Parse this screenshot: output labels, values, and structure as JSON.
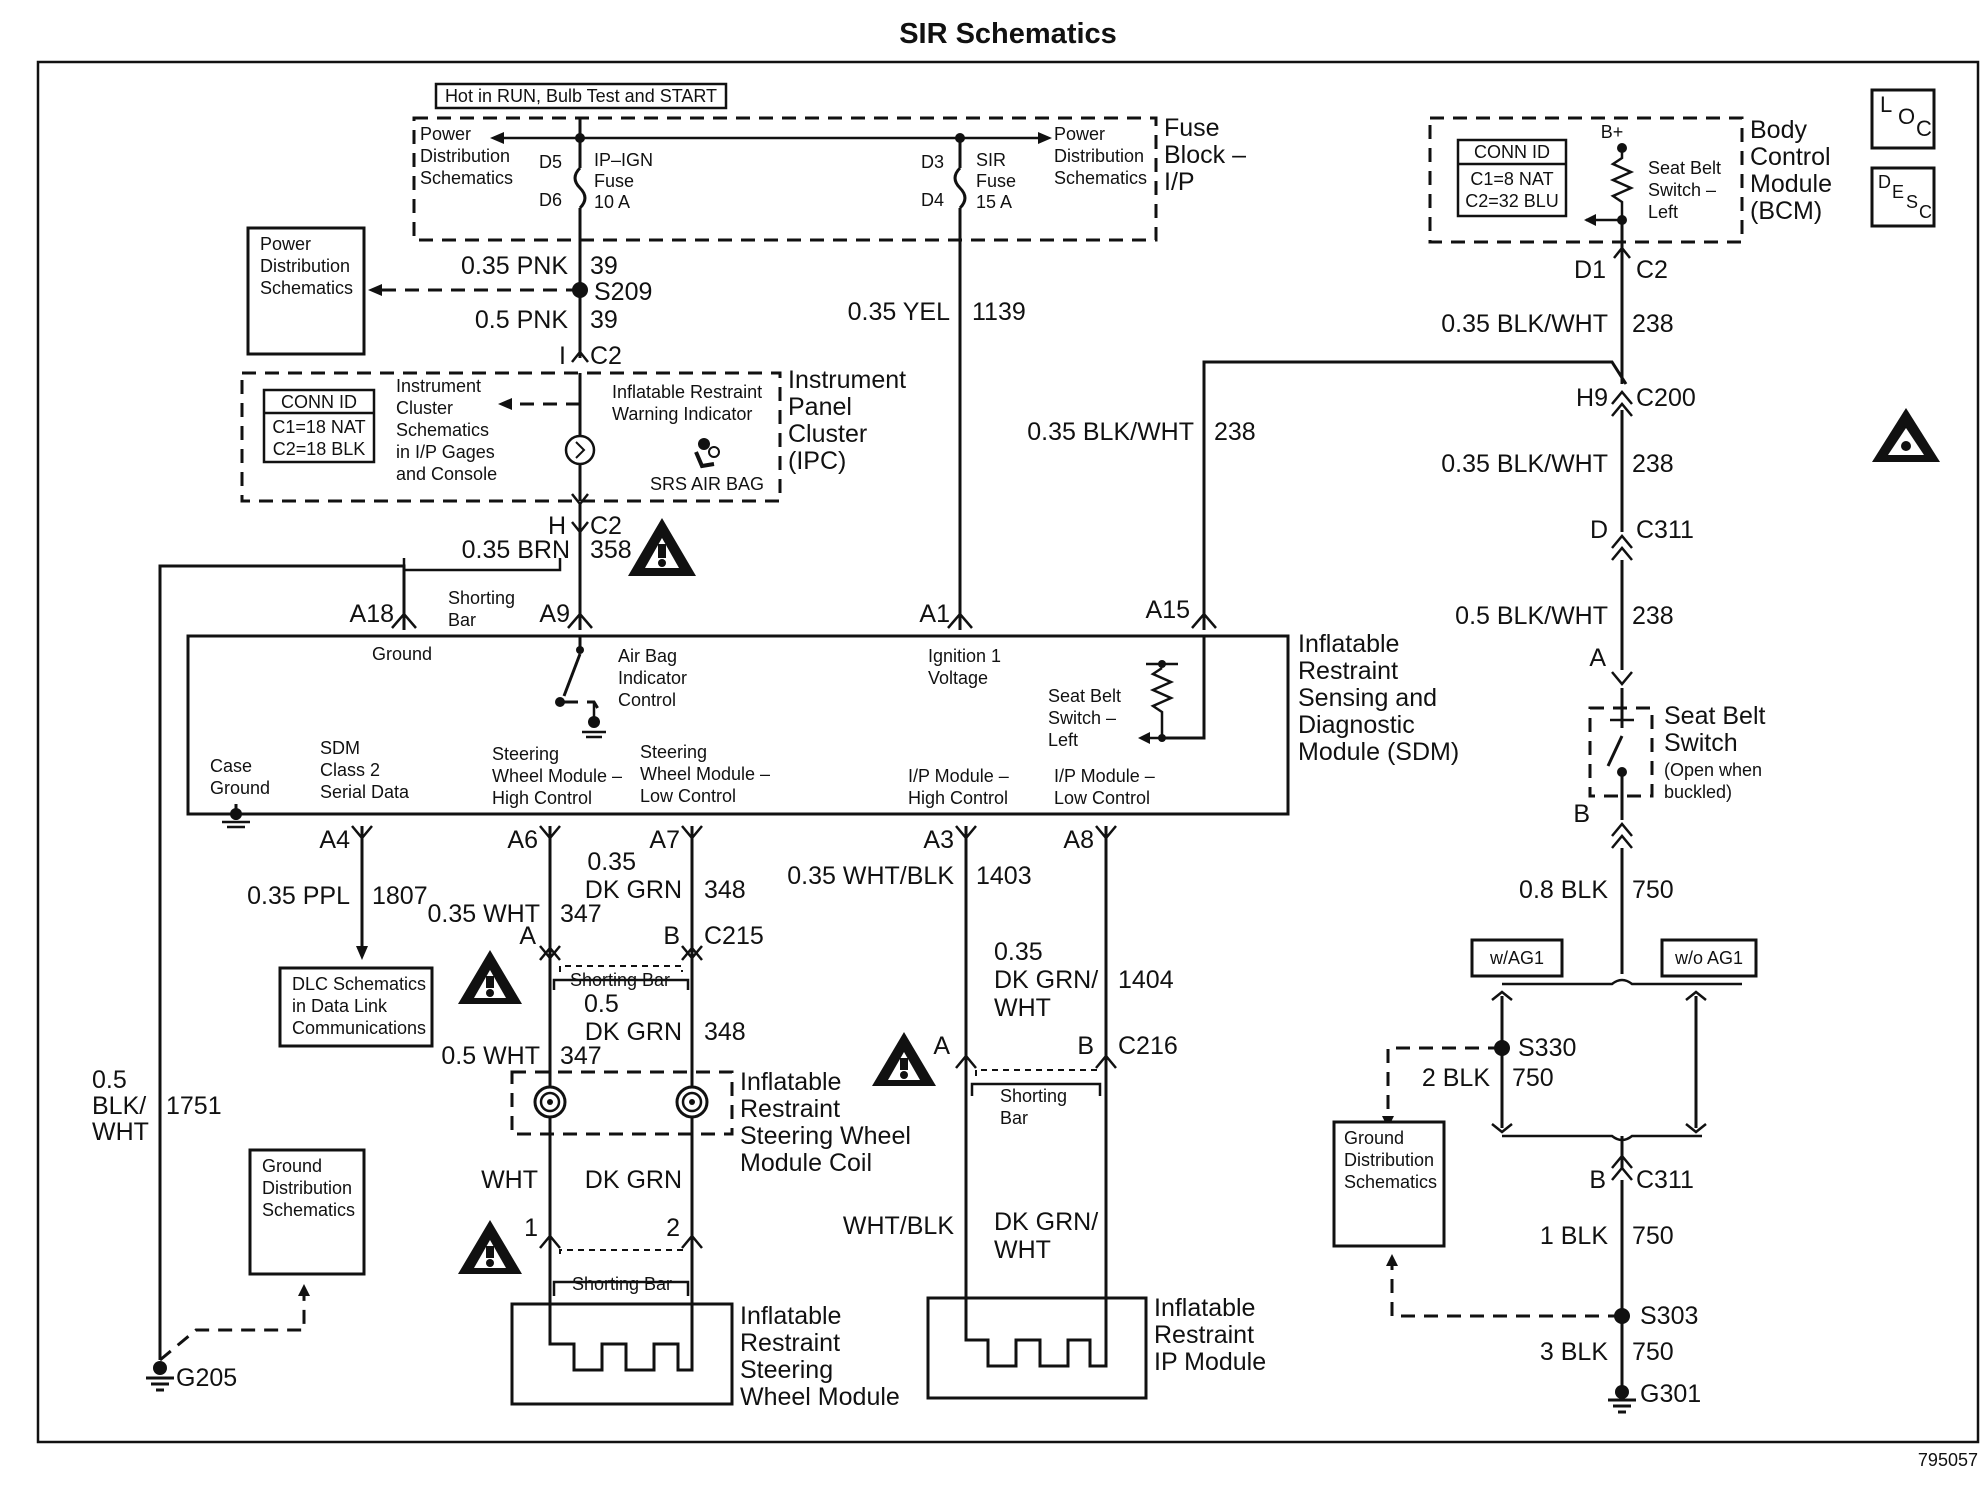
{
  "title": "SIR Schematics",
  "figure_id": "795057",
  "icons": {
    "loc": "L O C",
    "desc": "D E S C"
  },
  "fuse_block": {
    "hot_in": "Hot in RUN, Bulb Test and START",
    "label": [
      "Fuse",
      "Block –",
      "I/P"
    ],
    "pd_left": [
      "Power",
      "Distribution",
      "Schematics"
    ],
    "pd_right": [
      "Power",
      "Distribution",
      "Schematics"
    ],
    "fuse1": {
      "pins": [
        "D5",
        "D6"
      ],
      "name": [
        "IP–IGN",
        "Fuse",
        "10 A"
      ]
    },
    "fuse2": {
      "pins": [
        "D3",
        "D4"
      ],
      "name": [
        "SIR",
        "Fuse",
        "15 A"
      ]
    }
  },
  "pd_box": [
    "Power",
    "Distribution",
    "Schematics"
  ],
  "splice_s209": "S209",
  "wires": {
    "pnk1": {
      "label": "0.35 PNK",
      "circuit": "39"
    },
    "pnk2": {
      "label": "0.5 PNK",
      "circuit": "39"
    },
    "yel": {
      "label": "0.35 YEL",
      "circuit": "1139"
    },
    "brn": {
      "label": "0.35 BRN",
      "circuit": "358"
    },
    "bw_mid": {
      "label": "0.35 BLK/WHT",
      "circuit": "238"
    },
    "bw1": {
      "label": "0.35 BLK/WHT",
      "circuit": "238"
    },
    "bw2": {
      "label": "0.35 BLK/WHT",
      "circuit": "238"
    },
    "bw3": {
      "label": "0.5 BLK/WHT",
      "circuit": "238"
    },
    "ppl": {
      "label": "0.35 PPL",
      "circuit": "1807"
    },
    "wht1": {
      "label": "0.35 WHT",
      "circuit": "347"
    },
    "dkgrn1": {
      "label": [
        "0.35",
        "DK GRN"
      ],
      "circuit": "348"
    },
    "wht2": {
      "label": "0.5 WHT",
      "circuit": "347"
    },
    "dkgrn2": {
      "label": [
        "0.5",
        "DK GRN"
      ],
      "circuit": "348"
    },
    "whtblk": {
      "label": "0.35 WHT/BLK",
      "circuit": "1403"
    },
    "dkgrnwht": {
      "label": [
        "0.35",
        "DK GRN/",
        "WHT"
      ],
      "circuit": "1404"
    },
    "gnd_bw": {
      "label": [
        "0.5",
        "BLK/",
        "WHT"
      ],
      "circuit": "1751"
    },
    "blk08": {
      "label": "0.8 BLK",
      "circuit": "750"
    },
    "blk2": {
      "label": "2 BLK",
      "circuit": "750"
    },
    "blk1": {
      "label": "1 BLK",
      "circuit": "750"
    },
    "blk3": {
      "label": "3 BLK",
      "circuit": "750"
    },
    "coil_wht": "WHT",
    "coil_dkgrn": "DK GRN",
    "ip_whtblk": "WHT/BLK",
    "ip_dkgrnwht": [
      "DK GRN/",
      "WHT"
    ]
  },
  "ipc": {
    "conn_id": [
      "CONN ID",
      "C1=18 NAT",
      "C2=18 BLK"
    ],
    "cluster_text": [
      "Instrument",
      "Cluster",
      "Schematics",
      "in I/P Gages",
      "and Console"
    ],
    "warning": [
      "Inflatable Restraint",
      "Warning Indicator"
    ],
    "srs": "SRS AIR BAG",
    "label": [
      "Instrument",
      "Panel",
      "Cluster",
      "(IPC)"
    ],
    "c2_top": {
      "pin": "I",
      "conn": "C2"
    },
    "c2_bot": {
      "pin": "H",
      "conn": "C2"
    }
  },
  "bcm": {
    "bplus": "B+",
    "conn_id": [
      "CONN ID",
      "C1=8 NAT",
      "C2=32 BLU"
    ],
    "switch": [
      "Seat Belt",
      "Switch –",
      "Left"
    ],
    "label": [
      "Body",
      "Control",
      "Module",
      "(BCM)"
    ],
    "pin": "D1",
    "conn": "C2"
  },
  "c200": {
    "pin": "H9",
    "conn": "C200"
  },
  "c311_top": {
    "pin": "D",
    "conn": "C311"
  },
  "seat_belt_switch": {
    "pin_a": "A",
    "pin_b": "B",
    "label": [
      "Seat Belt",
      "Switch"
    ],
    "note": [
      "(Open when",
      "buckled)"
    ]
  },
  "sdm": {
    "label": [
      "Inflatable",
      "Restraint",
      "Sensing and",
      "Diagnostic",
      "Module (SDM)"
    ],
    "pins": {
      "a18": "A18",
      "a9": "A9",
      "a1": "A1",
      "a15": "A15",
      "a4": "A4",
      "a6": "A6",
      "a7": "A7",
      "a3": "A3",
      "a8": "A8"
    },
    "ground": "Ground",
    "airbag_ctrl": [
      "Air Bag",
      "Indicator",
      "Control"
    ],
    "ign": [
      "Ignition 1",
      "Voltage"
    ],
    "seatbelt": [
      "Seat Belt",
      "Switch –",
      "Left"
    ],
    "case_gnd": [
      "Case",
      "Ground"
    ],
    "serial": [
      "SDM",
      "Class 2",
      "Serial Data"
    ],
    "swm_high": [
      "Steering",
      "Wheel Module –",
      "High Control"
    ],
    "swm_low": [
      "Steering",
      "Wheel Module –",
      "Low Control"
    ],
    "ipm_high": [
      "I/P Module –",
      "High Control"
    ],
    "ipm_low": [
      "I/P Module –",
      "Low Control"
    ]
  },
  "shorting_bar": [
    "Shorting",
    "Bar"
  ],
  "shorting_bar_inline": "Shorting Bar",
  "dlc": [
    "DLC Schematics",
    "in Data Link",
    "Communications"
  ],
  "c215": {
    "pin_a": "A",
    "pin_b": "B",
    "conn": "C215"
  },
  "c216": {
    "pin_a": "A",
    "pin_b": "B",
    "conn": "C216"
  },
  "coil": [
    "Inflatable",
    "Restraint",
    "Steering Wheel",
    "Module Coil"
  ],
  "swm_pins": {
    "p1": "1",
    "p2": "2"
  },
  "swm": [
    "Inflatable",
    "Restraint",
    "Steering",
    "Wheel Module"
  ],
  "ipm": [
    "Inflatable",
    "Restraint",
    "IP Module"
  ],
  "gnd_dist_left": [
    "Ground",
    "Distribution",
    "Schematics"
  ],
  "gnd_dist_right": [
    "Ground",
    "Distribution",
    "Schematics"
  ],
  "g205": "G205",
  "ag1_with": "w/AG1",
  "ag1_without": "w/o AG1",
  "s330": "S330",
  "c311_bot": {
    "pin": "B",
    "conn": "C311"
  },
  "s303": "S303",
  "g301": "G301"
}
